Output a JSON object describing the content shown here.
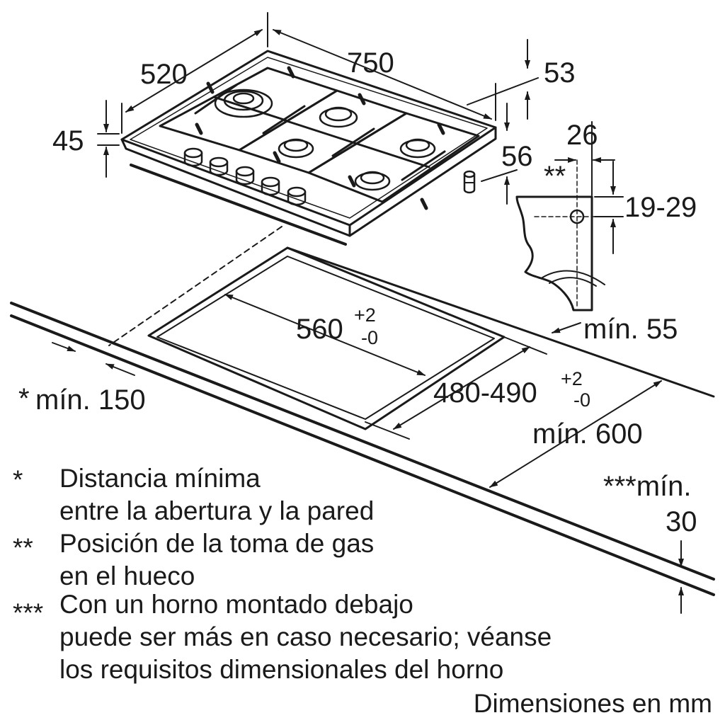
{
  "dimensions": {
    "width_750": "750",
    "depth_520": "520",
    "height_45": "45",
    "offset_53": "53",
    "offset_56": "56",
    "gas_26": "26",
    "gas_range": "19-29",
    "gas_marker": "**",
    "edge_min": "mín. 55",
    "cutout_width_base": "560",
    "cutout_width_tol_plus": "+2",
    "cutout_width_tol_minus": "-0",
    "cutout_depth_base": "480-490",
    "cutout_depth_tol_plus": "+2",
    "cutout_depth_tol_minus": "-0",
    "wall_min_star": "*",
    "wall_min": "mín. 150",
    "counter_depth": "mín. 600",
    "oven_min_line1": "***mín.",
    "oven_min_line2": "30"
  },
  "legend": [
    {
      "mark": "*",
      "lines": [
        "Distancia mínima",
        "entre la abertura y la pared"
      ]
    },
    {
      "mark": "**",
      "lines": [
        "Posición de la toma de gas",
        "en el hueco"
      ]
    },
    {
      "mark": "***",
      "lines": [
        "Con un horno montado debajo",
        "puede ser más en caso necesario; véanse",
        "los requisitos dimensionales del horno"
      ]
    }
  ],
  "units_note": "Dimensiones en mm"
}
